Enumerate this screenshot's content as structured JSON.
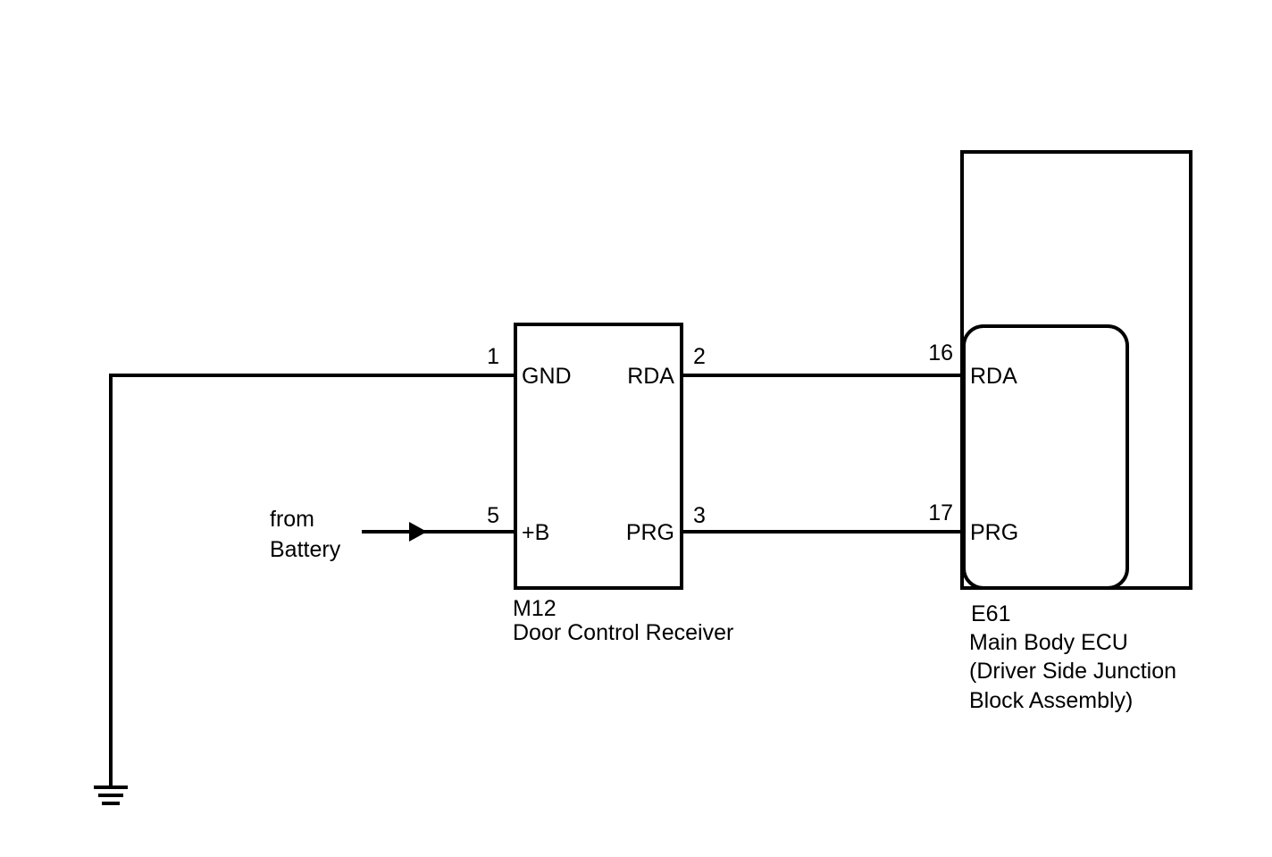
{
  "receiver": {
    "connector": "M12",
    "name": "Door Control Receiver",
    "pins": {
      "gnd": {
        "number": "1",
        "label": "GND"
      },
      "b_plus": {
        "number": "5",
        "label": "+B"
      },
      "rda": {
        "number": "2",
        "label": "RDA"
      },
      "prg": {
        "number": "3",
        "label": "PRG"
      }
    }
  },
  "ecu": {
    "connector": "E61",
    "name_line1": "Main Body ECU",
    "name_line2": "(Driver Side Junction",
    "name_line3": "Block Assembly)",
    "pins": {
      "rda": {
        "number": "16",
        "label": "RDA"
      },
      "prg": {
        "number": "17",
        "label": "PRG"
      }
    }
  },
  "battery": {
    "line1": "from",
    "line2": "Battery"
  }
}
